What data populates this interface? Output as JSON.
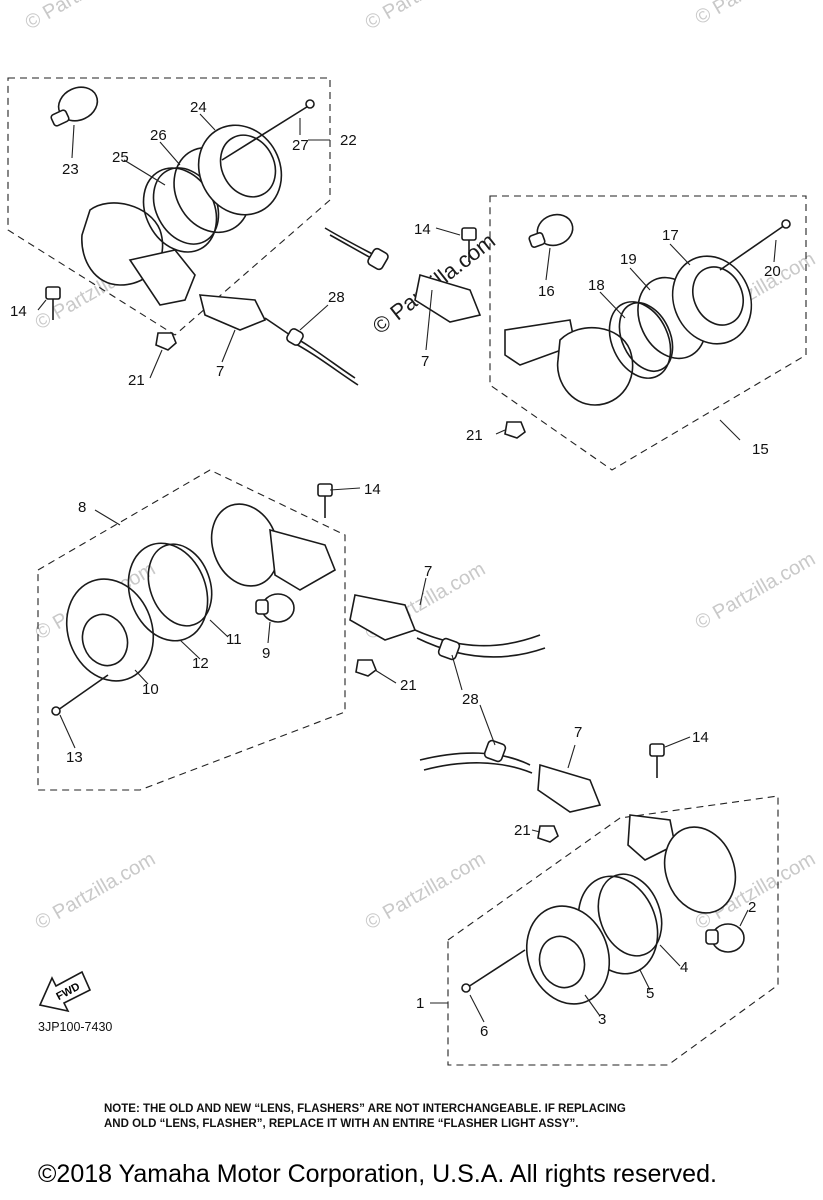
{
  "watermarks": {
    "partzilla": "© Partzilla.com",
    "partzilla_center": "© Partzilla.com"
  },
  "callouts": {
    "c1": "1",
    "c2": "2",
    "c3": "3",
    "c4": "4",
    "c5": "5",
    "c6": "6",
    "c7": "7",
    "c8": "8",
    "c9": "9",
    "c10": "10",
    "c11": "11",
    "c12": "12",
    "c13": "13",
    "c14": "14",
    "c15": "15",
    "c16": "16",
    "c17": "17",
    "c18": "18",
    "c19": "19",
    "c20": "20",
    "c21": "21",
    "c22": "22",
    "c23": "23",
    "c24": "24",
    "c25": "25",
    "c26": "26",
    "c27": "27",
    "c28": "28"
  },
  "fwd_label": "FWD",
  "catalog_code": "3JP100-7430",
  "note_line1": "NOTE: THE OLD AND NEW “LENS, FLASHERS” ARE NOT INTERCHANGEABLE. IF REPLACING",
  "note_line2": "AND OLD “LENS, FLASHER”, REPLACE IT WITH AN ENTIRE “FLASHER LIGHT ASSY”.",
  "copyright": "©2018  Yamaha Motor Corporation, U.S.A. All rights reserved."
}
